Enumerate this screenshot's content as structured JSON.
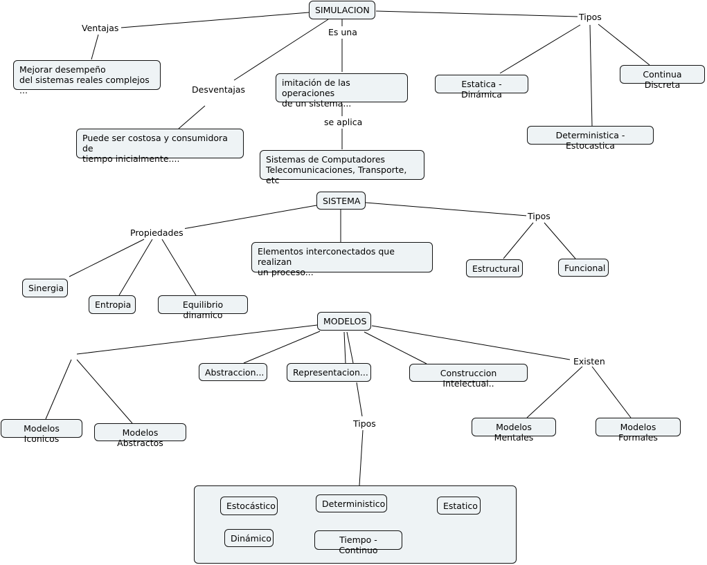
{
  "nodes": {
    "simulacion": "SIMULACION",
    "mejorar": "Mejorar desempeño\ndel sistemas reales complejos ...",
    "puede_ser": "Puede ser costosa y consumidora de\ntiempo inicialmente....",
    "imitacion": "imitación de las operaciones\nde un sistema...",
    "sistemas_comp": "Sistemas de Computadores\nTelecomunicaciones, Transporte, etc",
    "estatica_dinamica": "Estatica - Dinámica",
    "continua_discreta": "Continua Discreta",
    "deterministica_estocastica": "Deterministica - Estocastica",
    "sistema": "SISTEMA",
    "elementos": "Elementos interconectados que realizan\nun proceso...",
    "sinergia": "Sinergia",
    "entropia": "Entropia",
    "equilibrio": "Equilibrio dinamico",
    "estructural": "Estructural",
    "funcional": "Funcional",
    "modelos": "MODELOS",
    "abstraccion": "Abstraccion...",
    "representacion": "Representacion...",
    "construccion": "Construccion Intelectual..",
    "modelos_iconicos": "Modelos Iconicos",
    "modelos_abstractos": "Modelos Abstractos",
    "modelos_mentales": "Modelos Mentales",
    "modelos_formales": "Modelos Formales",
    "estocastico": "Estocástico",
    "deterministico": "Deterministico",
    "estatico": "Estatico",
    "dinamico": "Dinámico",
    "tiempo_continuo": "Tiempo - Continuo"
  },
  "links": {
    "ventajas": "Ventajas",
    "es_una": "Es una",
    "desventajas": "Desventajas",
    "se_aplica": "se aplica",
    "tipos_sim": "Tipos",
    "propiedades": "Propiedades",
    "tipos_sis": "Tipos",
    "existen": "Existen",
    "tipos_mod": "Tipos"
  }
}
